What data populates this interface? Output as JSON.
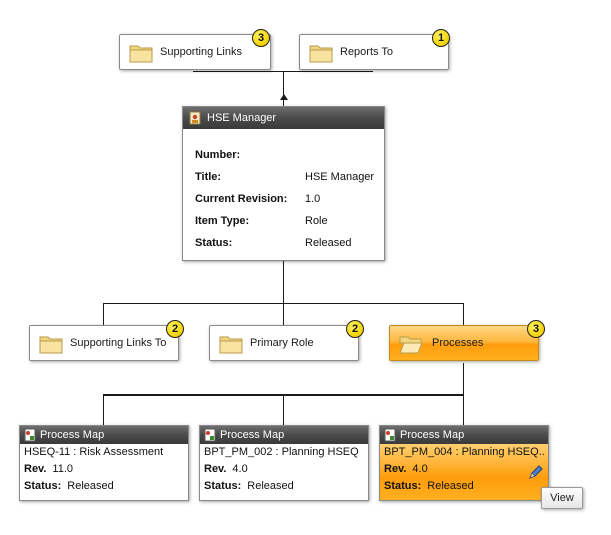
{
  "top_nodes": [
    {
      "label": "Supporting Links",
      "count": "3",
      "icon": "folder-icon"
    },
    {
      "label": "Reports To",
      "count": "1",
      "icon": "folder-icon"
    }
  ],
  "main": {
    "title": "HSE Manager",
    "icon": "role-item-icon",
    "properties": [
      {
        "key": "Number:",
        "value": ""
      },
      {
        "key": "Title:",
        "value": "HSE Manager"
      },
      {
        "key": "Current Revision:",
        "value": "1.0"
      },
      {
        "key": "Item Type:",
        "value": "Role"
      },
      {
        "key": "Status:",
        "value": "Released"
      }
    ]
  },
  "mid_nodes": [
    {
      "label": "Supporting Links To",
      "count": "2",
      "icon": "folder-icon"
    },
    {
      "label": "Primary Role",
      "count": "2",
      "icon": "folder-icon"
    },
    {
      "label": "Processes",
      "count": "3",
      "icon": "open-folder-icon",
      "selected": true
    }
  ],
  "process_maps": [
    {
      "header": "Process Map",
      "name": "HSEQ-11 : Risk Assessment",
      "rev_label": "Rev.",
      "rev": "11.0",
      "status_label": "Status:",
      "status": "Released"
    },
    {
      "header": "Process Map",
      "name": "BPT_PM_002 : Planning HSEQ",
      "rev_label": "Rev.",
      "rev": "4.0",
      "status_label": "Status:",
      "status": "Released"
    },
    {
      "header": "Process Map",
      "name": "BPT_PM_004 : Planning HSEQ...",
      "rev_label": "Rev.",
      "rev": "4.0",
      "status_label": "Status:",
      "status": "Released",
      "selected": true
    }
  ],
  "view_button": {
    "label": "View"
  },
  "colors": {
    "selected_orange": "#ff9c0a",
    "badge_yellow": "#f3d000",
    "header_dark": "#4a4a4a"
  }
}
